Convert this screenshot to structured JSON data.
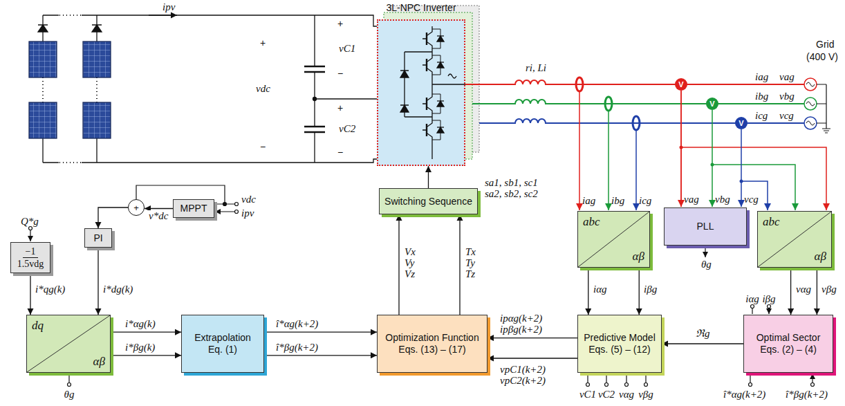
{
  "diagram": {
    "nodes": [
      {
        "text": [
          "3L-NPC Inverter"
        ]
      },
      {
        "text": [
          "Switching Sequence"
        ]
      },
      {
        "text": [
          "abc",
          "αβ"
        ]
      },
      {
        "text": [
          "PLL"
        ]
      },
      {
        "text": [
          "abc",
          "αβ"
        ]
      },
      {
        "text": [
          "−1",
          "1.5vdg"
        ]
      },
      {
        "text": [
          "PI"
        ]
      },
      {
        "text": [
          "MPPT"
        ]
      },
      {
        "text": [
          "+"
        ]
      },
      {
        "text": [
          "dq",
          "αβ"
        ]
      },
      {
        "text": [
          "Extrapolation",
          "Eq. (1)"
        ]
      },
      {
        "text": [
          "Optimization Function",
          "Eqs. (13) – (17)"
        ]
      },
      {
        "text": [
          "Predictive Model",
          "Eqs. (5) – (12)"
        ]
      },
      {
        "text": [
          "Optimal Sector",
          "Eqs. (2) – (4)"
        ]
      }
    ],
    "edges": [
      {
        "from": 5,
        "to": 9,
        "arrow": "to",
        "label": "i*qg(k)"
      },
      {
        "from": 6,
        "to": 9,
        "arrow": "to",
        "label": "i*dg(k)"
      },
      {
        "from": 8,
        "to": 6,
        "arrow": "to"
      },
      {
        "from": 7,
        "to": 8,
        "arrow": "to",
        "label": "v*dc"
      },
      {
        "from": 9,
        "to": 10,
        "arrow": "to",
        "label": "i*αg(k)"
      },
      {
        "from": 9,
        "to": 10,
        "arrow": "to",
        "label": "i*βg(k)"
      },
      {
        "from": 10,
        "to": 11,
        "arrow": "to",
        "label": "î*αg(k+2)"
      },
      {
        "from": 10,
        "to": 11,
        "arrow": "to",
        "label": "î*βg(k+2)"
      },
      {
        "from": 11,
        "to": 1,
        "arrow": "to",
        "label": "Vx Vy Vz"
      },
      {
        "from": 11,
        "to": 1,
        "arrow": "to",
        "label": "Tx Ty Tz"
      },
      {
        "from": 1,
        "to": 0,
        "arrow": "to",
        "label": "sa1, sb1, sc1 sa2, sb2, sc2"
      },
      {
        "from": 2,
        "to": 12,
        "arrow": "to",
        "label": "iαg"
      },
      {
        "from": 2,
        "to": 12,
        "arrow": "to",
        "label": "iβg"
      },
      {
        "from": 4,
        "to": 13,
        "arrow": "to",
        "label": "vαg"
      },
      {
        "from": 4,
        "to": 13,
        "arrow": "to",
        "label": "vβg"
      },
      {
        "from": 13,
        "to": 12,
        "arrow": "to",
        "label": "ℜg"
      },
      {
        "from": 12,
        "to": 11,
        "arrow": "to",
        "label": "ipαg(k+2) ipβg(k+2)"
      },
      {
        "from": 12,
        "to": 11,
        "arrow": "to",
        "label": "vpC1(k+2) vpC2(k+2)"
      }
    ],
    "labels": [
      "ipv",
      "+",
      "vdc",
      "−",
      "+",
      "vC1",
      "−",
      "+",
      "vC2",
      "−",
      "ri, Li",
      "V",
      "V",
      "V",
      "iag",
      "ibg",
      "icg",
      "vag",
      "vbg",
      "vcg",
      "Grid",
      "(400 V)",
      "iag",
      "ibg",
      "icg",
      "vag",
      "vbg",
      "vcg",
      "θg",
      "Q*g",
      "vdc",
      "ipv",
      "θg",
      "iαg",
      "iβg",
      "vC1",
      "vC2",
      "vαg",
      "vβg",
      "î*αg(k+2)",
      "î*βg(k+2)"
    ]
  }
}
